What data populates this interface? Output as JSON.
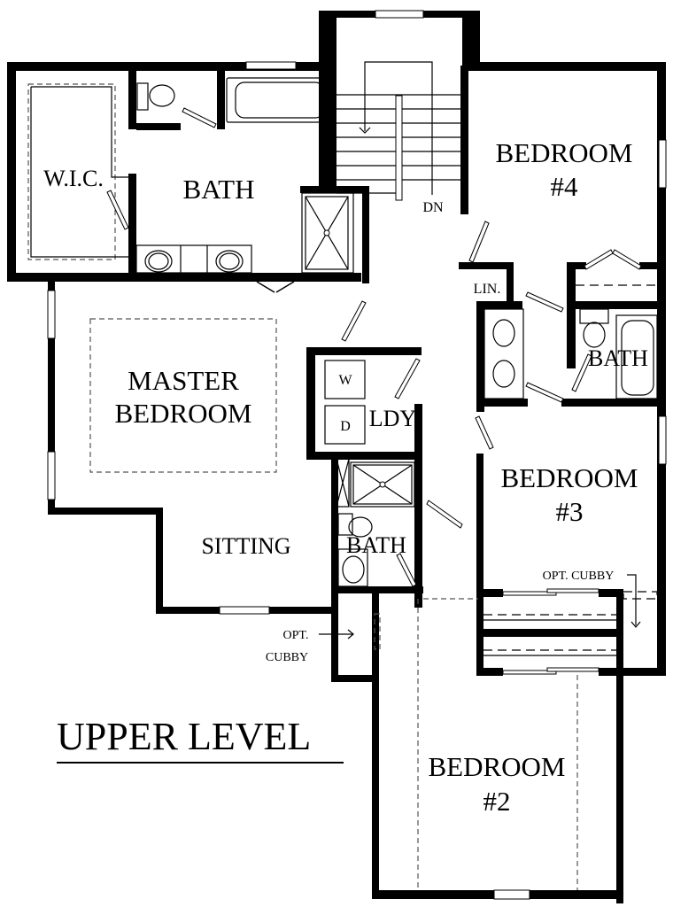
{
  "plan": {
    "title": "UPPER LEVEL",
    "rooms": {
      "wic": "W.I.C.",
      "master_bath": "BATH",
      "master_bedroom_line1": "MASTER",
      "master_bedroom_line2": "BEDROOM",
      "sitting": "SITTING",
      "bedroom4_line1": "BEDROOM",
      "bedroom4_line2": "#4",
      "bedroom3_line1": "BEDROOM",
      "bedroom3_line2": "#3",
      "bedroom2_line1": "BEDROOM",
      "bedroom2_line2": "#2",
      "linen": "LIN.",
      "laundry": "LDY.",
      "washer": "W",
      "dryer": "D",
      "hall_bath": "BATH",
      "bath_east": "BATH",
      "stairs": "DN",
      "opt_cubby_left_line1": "OPT.",
      "opt_cubby_left_line2": "CUBBY",
      "opt_cubby_right": "OPT. CUBBY"
    },
    "colors": {
      "wall": "#000000",
      "background": "#ffffff",
      "dashed": "#555555"
    }
  }
}
